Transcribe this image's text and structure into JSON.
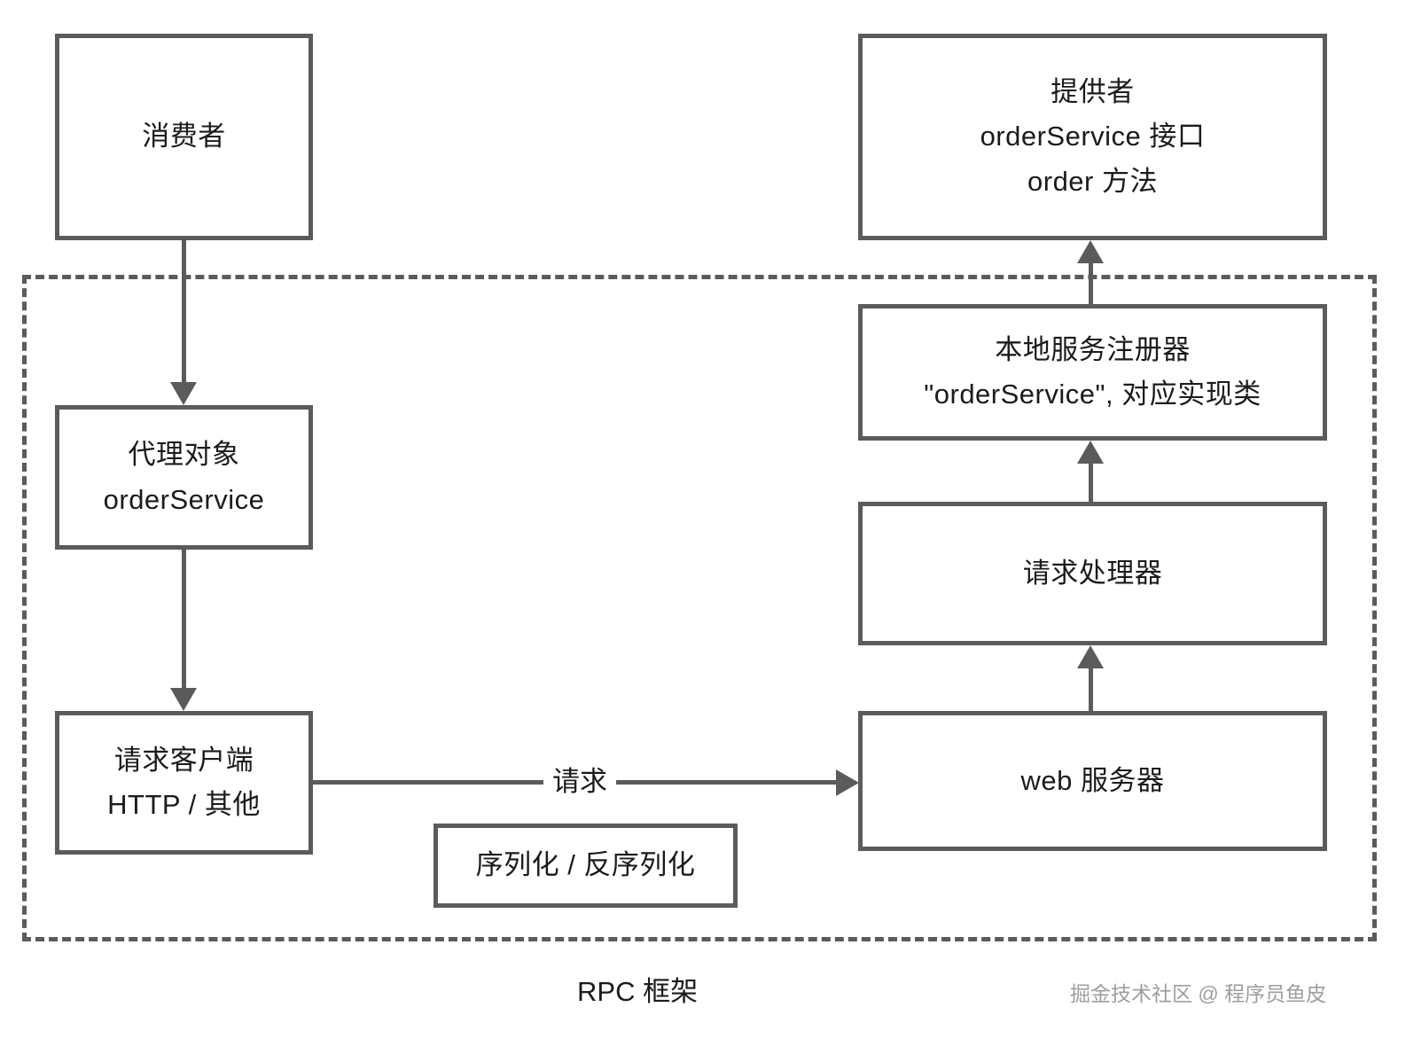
{
  "diagram": {
    "title": "RPC 框架",
    "watermark": "掘金技术社区 @ 程序员鱼皮",
    "boxes": {
      "consumer": {
        "line1": "消费者"
      },
      "provider": {
        "line1": "提供者",
        "line2": "orderService 接口",
        "line3": "order 方法"
      },
      "proxy": {
        "line1": "代理对象",
        "line2": "orderService"
      },
      "registry": {
        "line1": "本地服务注册器",
        "line2": "\"orderService\", 对应实现类"
      },
      "request_handler": {
        "line1": "请求处理器"
      },
      "request_client": {
        "line1": "请求客户端",
        "line2": "HTTP / 其他"
      },
      "web_server": {
        "line1": "web 服务器"
      },
      "serialization": {
        "line1": "序列化 / 反序列化"
      }
    },
    "edges": {
      "request_label": "请求"
    },
    "colors": {
      "stroke": "#5b5b5b",
      "text": "#1b1b1b",
      "background": "#ffffff",
      "watermark": "#9e9e9e"
    }
  }
}
